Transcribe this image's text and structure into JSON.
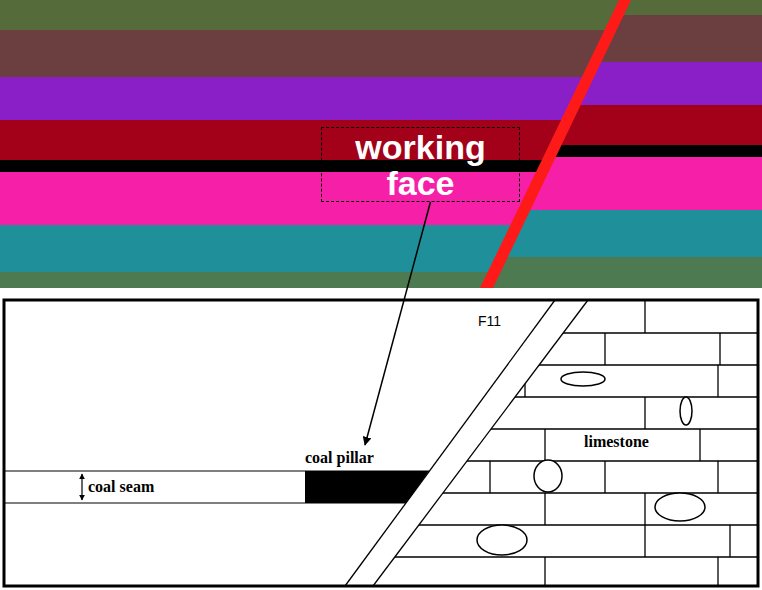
{
  "diagram": {
    "nodes": [
      {
        "text": [
          "working face"
        ]
      },
      {
        "text": [
          "coal pillar"
        ]
      },
      {
        "text": [
          "coal seam"
        ]
      }
    ],
    "edges": [
      {
        "from": 0,
        "to": 1,
        "arrow": "to"
      }
    ],
    "labels": [
      "F11",
      "limestone"
    ]
  }
}
